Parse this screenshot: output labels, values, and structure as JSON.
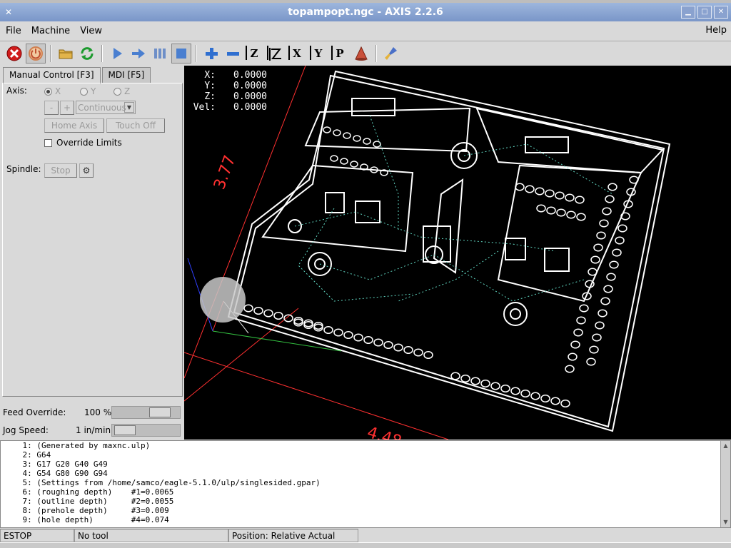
{
  "window": {
    "title": "topampopt.ngc - AXIS 2.2.6"
  },
  "menu": {
    "file": "File",
    "machine": "Machine",
    "view": "View",
    "help": "Help"
  },
  "toolbar": {
    "buttons": [
      "estop-icon",
      "machine-power-icon",
      "open-file-icon",
      "reload-icon",
      "run-icon",
      "step-icon",
      "pause-icon",
      "stop-icon",
      "zoom-in-icon",
      "zoom-out-icon",
      "view-z-icon",
      "view-rotated-z-icon",
      "view-x-icon",
      "view-y-icon",
      "view-perspective-icon",
      "toggle-tool-icon",
      "clear-live-plot-icon"
    ],
    "axis_x": "X",
    "axis_y": "Y",
    "axis_z": "Z",
    "axis_p": "P"
  },
  "tabs": {
    "manual": "Manual Control [F3]",
    "mdi": "MDI [F5]"
  },
  "manual": {
    "axis_label": "Axis:",
    "axes": [
      "X",
      "Y",
      "Z"
    ],
    "minus": "-",
    "plus": "+",
    "jog_mode": "Continuous",
    "home_axis": "Home Axis",
    "touch_off": "Touch Off",
    "override_limits": "Override Limits",
    "spindle_label": "Spindle:",
    "spindle_stop": "Stop"
  },
  "feed": {
    "label": "Feed Override:",
    "value": "100 %",
    "level_percent": 80
  },
  "jog": {
    "label": "Jog Speed:",
    "value": "1 in/min",
    "level_percent": 5
  },
  "dro": {
    "x_label": "X:",
    "x": "0.0000",
    "y_label": "Y:",
    "y": "0.0000",
    "z_label": "Z:",
    "z": "0.0000",
    "vel_label": "Vel:",
    "vel": "0.0000"
  },
  "dimensions": {
    "height_label": "3.77",
    "width_label": "4.48"
  },
  "gcode": [
    "    1: (Generated by maxnc.ulp)",
    "    2: G64",
    "    3: G17 G20 G40 G49",
    "    4: G54 G80 G90 G94",
    "    5: (Settings from /home/samco/eagle-5.1.0/ulp/singlesided.gpar)",
    "    6: (roughing depth)    #1=0.0065",
    "    7: (outline depth)     #2=0.0055",
    "    8: (prehole depth)     #3=0.009",
    "    9: (hole depth)        #4=0.074"
  ],
  "status": {
    "state": "ESTOP",
    "tool": "No tool",
    "position": "Position: Relative Actual"
  },
  "colors": {
    "canvas_bg": "#000000",
    "toolpath": "#ffffff",
    "rapid": "#5fd3bf",
    "dimension": "#ff3030",
    "estop": "#d01c1c"
  }
}
